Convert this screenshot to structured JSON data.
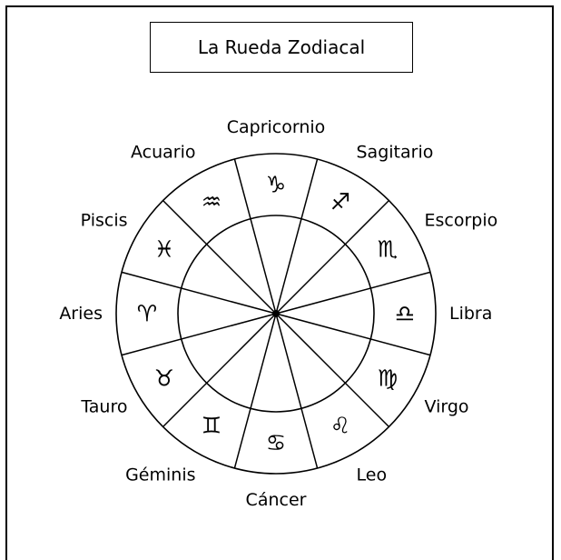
{
  "title": "La Rueda Zodiacal",
  "signs": [
    {
      "name": "Capricornio",
      "symbol": "♑"
    },
    {
      "name": "Sagitario",
      "symbol": "♐"
    },
    {
      "name": "Escorpio",
      "symbol": "♏"
    },
    {
      "name": "Libra",
      "symbol": "♎"
    },
    {
      "name": "Virgo",
      "symbol": "♍"
    },
    {
      "name": "Leo",
      "symbol": "♌"
    },
    {
      "name": "Cáncer",
      "symbol": "♋"
    },
    {
      "name": "Géminis",
      "symbol": "♊"
    },
    {
      "name": "Tauro",
      "symbol": "♉"
    },
    {
      "name": "Aries",
      "symbol": "♈"
    },
    {
      "name": "Piscis",
      "symbol": "♓"
    },
    {
      "name": "Acuario",
      "symbol": "♒"
    }
  ]
}
